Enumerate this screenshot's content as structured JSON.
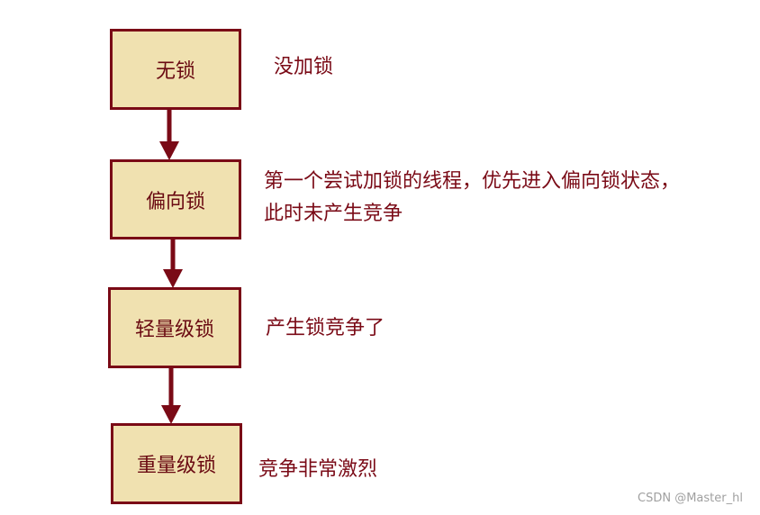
{
  "states": [
    {
      "label": "无锁",
      "description": "没加锁"
    },
    {
      "label": "偏向锁",
      "description": "第一个尝试加锁的线程，优先进入偏向锁状态，\n此时未产生竞争"
    },
    {
      "label": "轻量级锁",
      "description": "产生锁竞争了"
    },
    {
      "label": "重量级锁",
      "description": "竞争非常激烈"
    }
  ],
  "colors": {
    "box_fill": "#f0e1b0",
    "box_border": "#7a0a16",
    "text": "#7a0a16",
    "arrow": "#7a0a16"
  },
  "watermark": "CSDN @Master_hl"
}
